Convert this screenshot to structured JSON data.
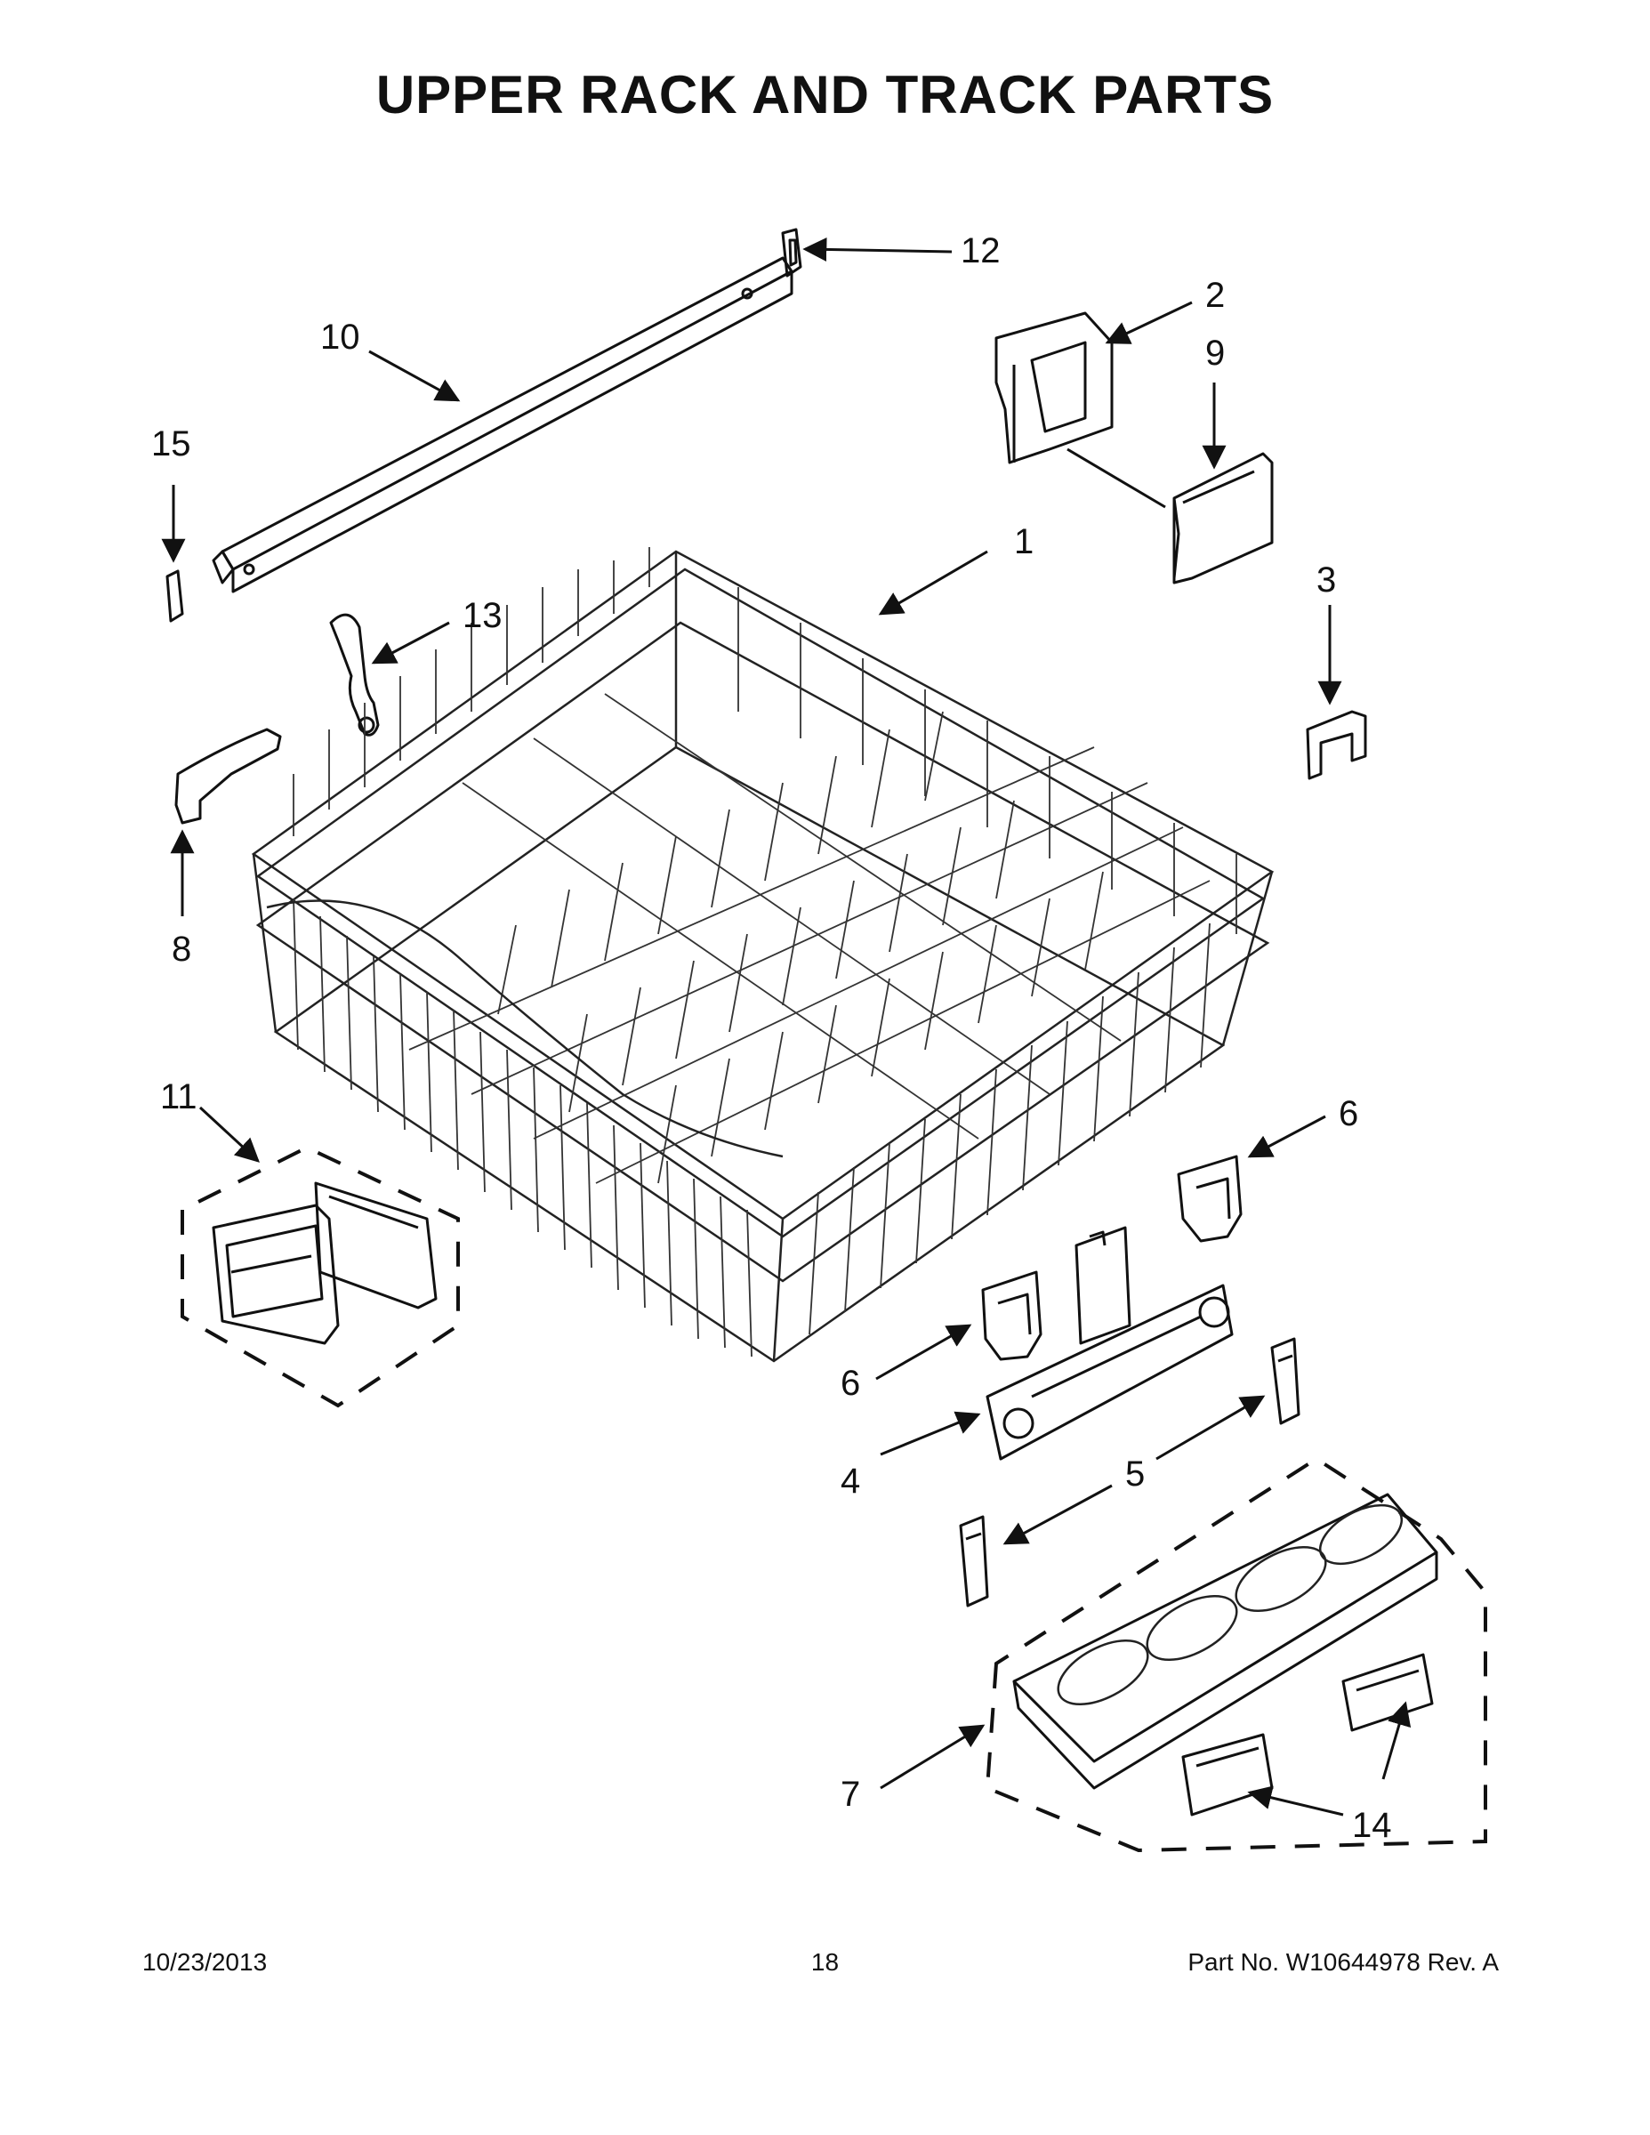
{
  "title": "UPPER RACK AND TRACK PARTS",
  "callouts": {
    "c1": "1",
    "c2": "2",
    "c3": "3",
    "c4": "4",
    "c5": "5",
    "c6a": "6",
    "c6b": "6",
    "c7": "7",
    "c8": "8",
    "c9": "9",
    "c10": "10",
    "c11": "11",
    "c12": "12",
    "c13": "13",
    "c14": "14",
    "c15": "15"
  },
  "footer": {
    "date": "10/23/2013",
    "page": "18",
    "part_no": "Part No.  W10644978  Rev.  A"
  }
}
